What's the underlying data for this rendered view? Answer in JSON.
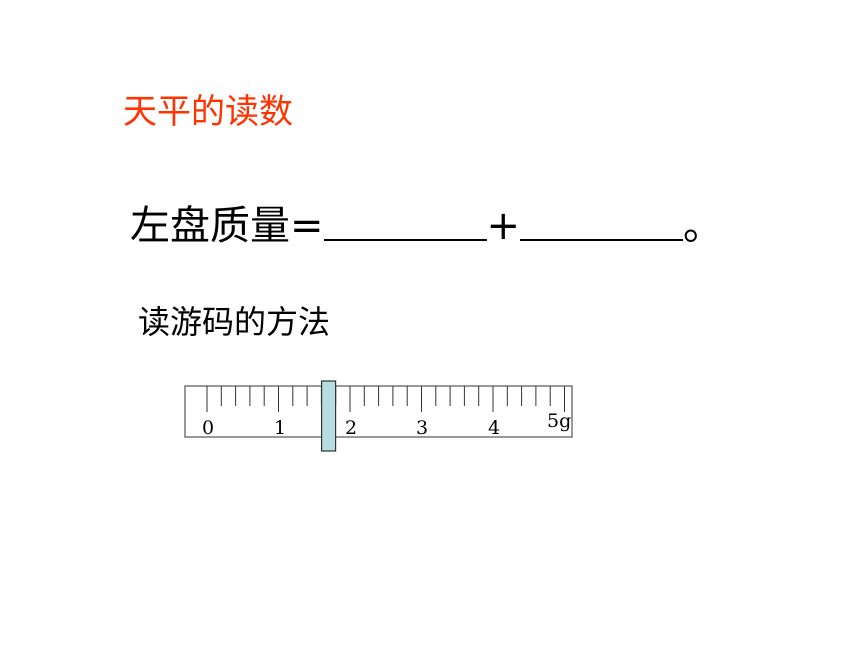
{
  "title": {
    "text": "天平的读数",
    "color": "#ff3300"
  },
  "formula": {
    "prefix": "左盘质量=",
    "plus": "+",
    "suffix": "。"
  },
  "subtitle": {
    "text": "读游码的方法"
  },
  "ruler": {
    "labels": [
      "0",
      "1",
      "2",
      "3",
      "4",
      "5g"
    ],
    "rider_color": "#b4dee2",
    "rider_position_g": 1.7
  }
}
